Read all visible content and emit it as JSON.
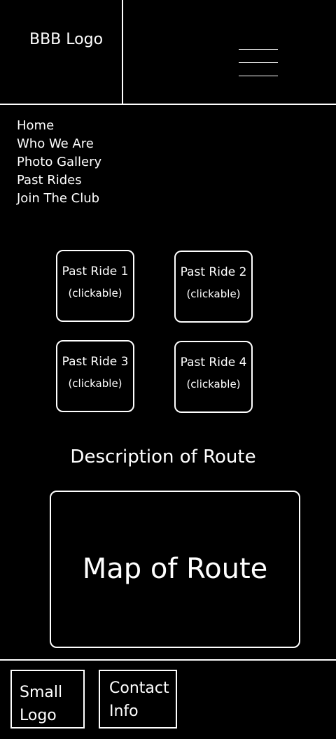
{
  "header": {
    "logo_text": "BBB Logo",
    "menu_icon": "hamburger-menu-icon"
  },
  "nav": {
    "items": [
      {
        "label": "Home"
      },
      {
        "label": "Who We Are"
      },
      {
        "label": "Photo Gallery"
      },
      {
        "label": "Past Rides"
      },
      {
        "label": "Join The Club"
      }
    ]
  },
  "rides": [
    {
      "title": "Past Ride 1",
      "note": "(clickable)"
    },
    {
      "title": "Past Ride 2",
      "note": "(clickable)"
    },
    {
      "title": "Past Ride 3",
      "note": "(clickable)"
    },
    {
      "title": "Past Ride 4",
      "note": "(clickable)"
    }
  ],
  "main": {
    "description": "Description of Route",
    "map_label": "Map of Route"
  },
  "footer": {
    "small_logo": "Small Logo",
    "contact": "Contact Info"
  },
  "colors": {
    "background": "#000000",
    "foreground": "#ffffff"
  }
}
